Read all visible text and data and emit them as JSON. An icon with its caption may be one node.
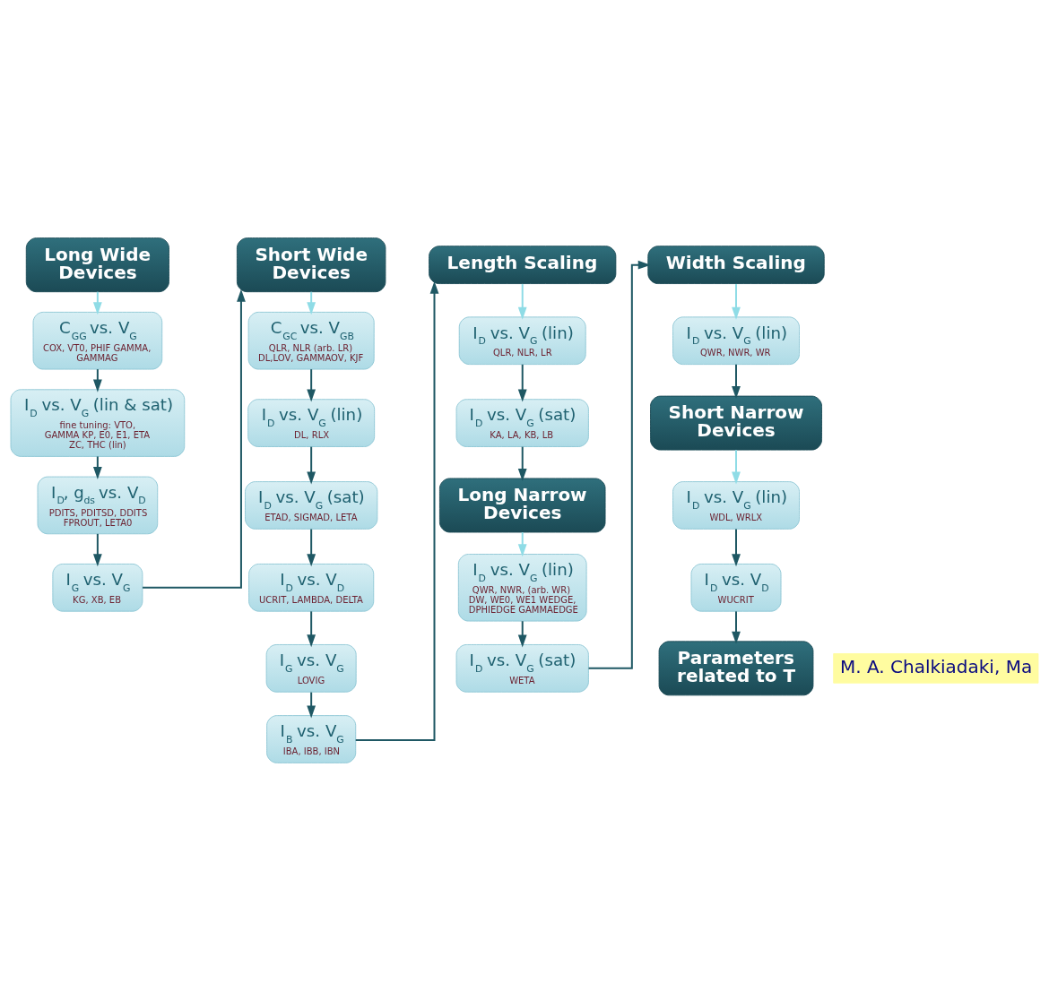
{
  "diagram": {
    "nodes": [
      {
        "text": [
          "Long Wide Devices"
        ]
      },
      {
        "text": [
          "C$_{GG}$ vs. V$_{G}$",
          "COX, VT0, PHIF GAMMA, GAMMAG"
        ]
      },
      {
        "text": [
          "I$_{D}$ vs. V$_{G}$ (lin & sat)",
          "fine tuning: VTO, GAMMA KP, E0, E1, ETA ZC, THC (lin)"
        ]
      },
      {
        "text": [
          "I$_{D}$, g$_{ds}$ vs. V$_{D}$",
          "PDITS, PDITSD, DDITS FPROUT, LETA0"
        ]
      },
      {
        "text": [
          "I$_{G}$ vs. V$_{G}$",
          "KG, XB, EB"
        ]
      },
      {
        "text": [
          "Short Wide Devices"
        ]
      },
      {
        "text": [
          "C$_{GC}$ vs. V$_{GB}$",
          "QLR, NLR (arb. LR) DL,LOV, GAMMAOV, KJF"
        ]
      },
      {
        "text": [
          "I$_{D}$ vs. V$_{G}$ (lin)",
          "DL, RLX"
        ]
      },
      {
        "text": [
          "I$_{D}$ vs. V$_{G}$ (sat)",
          "ETAD, SIGMAD, LETA"
        ]
      },
      {
        "text": [
          "I$_{D}$ vs. V$_{D}$",
          "UCRIT, LAMBDA, DELTA"
        ]
      },
      {
        "text": [
          "I$_{G}$ vs. V$_{G}$",
          "LOVIG"
        ]
      },
      {
        "text": [
          "I$_{B}$ vs. V$_{G}$",
          "IBA, IBB, IBN"
        ]
      },
      {
        "text": [
          "Length Scaling"
        ]
      },
      {
        "text": [
          "I$_{D}$ vs. V$_{G}$ (lin)",
          "QLR, NLR, LR"
        ]
      },
      {
        "text": [
          "I$_{D}$ vs. V$_{G}$ (sat)",
          "KA, LA, KB, LB"
        ]
      },
      {
        "text": [
          "Long Narrow Devices"
        ]
      },
      {
        "text": [
          "I$_{D}$ vs. V$_{G}$ (lin)",
          "QWR, NWR, (arb. WR) DW, WE0, WE1 WEDGE, DPHIEDGE GAMMAEDGE"
        ]
      },
      {
        "text": [
          "I$_{D}$ vs. V$_{G}$ (sat)",
          "WETA"
        ]
      },
      {
        "text": [
          "Width Scaling"
        ]
      },
      {
        "text": [
          "I$_{D}$ vs. V$_{G}$ (lin)",
          "QWR, NWR, WR"
        ]
      },
      {
        "text": [
          "Short Narrow Devices"
        ]
      },
      {
        "text": [
          "I$_{D}$ vs. V$_{G}$ (lin)",
          "WDL, WRLX"
        ]
      },
      {
        "text": [
          "I$_{D}$ vs. V$_{D}$",
          "WUCRIT"
        ]
      },
      {
        "text": [
          "Parameters related to T"
        ]
      }
    ],
    "edges": [
      {
        "from": 0,
        "to": 1,
        "arrow": "to",
        "color": "#8fdce6"
      },
      {
        "from": 1,
        "to": 2,
        "arrow": "to"
      },
      {
        "from": 2,
        "to": 3,
        "arrow": "to"
      },
      {
        "from": 3,
        "to": 4,
        "arrow": "to"
      },
      {
        "from": 4,
        "to": 5,
        "arrow": "to"
      },
      {
        "from": 5,
        "to": 6,
        "arrow": "to",
        "color": "#8fdce6"
      },
      {
        "from": 6,
        "to": 7,
        "arrow": "to"
      },
      {
        "from": 7,
        "to": 8,
        "arrow": "to"
      },
      {
        "from": 8,
        "to": 9,
        "arrow": "to"
      },
      {
        "from": 9,
        "to": 10,
        "arrow": "to"
      },
      {
        "from": 10,
        "to": 11,
        "arrow": "to"
      },
      {
        "from": 11,
        "to": 12,
        "arrow": "to"
      },
      {
        "from": 12,
        "to": 13,
        "arrow": "to",
        "color": "#8fdce6"
      },
      {
        "from": 13,
        "to": 14,
        "arrow": "to"
      },
      {
        "from": 14,
        "to": 15,
        "arrow": "to"
      },
      {
        "from": 15,
        "to": 16,
        "arrow": "to",
        "color": "#8fdce6"
      },
      {
        "from": 16,
        "to": 17,
        "arrow": "to"
      },
      {
        "from": 17,
        "to": 18,
        "arrow": "to"
      },
      {
        "from": 18,
        "to": 19,
        "arrow": "to",
        "color": "#8fdce6"
      },
      {
        "from": 19,
        "to": 20,
        "arrow": "to"
      },
      {
        "from": 20,
        "to": 21,
        "arrow": "to",
        "color": "#8fdce6"
      },
      {
        "from": 21,
        "to": 22,
        "arrow": "to"
      },
      {
        "from": 22,
        "to": 23,
        "arrow": "to"
      }
    ],
    "labels": [
      "M. A. Chalkiadaki, Ma"
    ]
  }
}
